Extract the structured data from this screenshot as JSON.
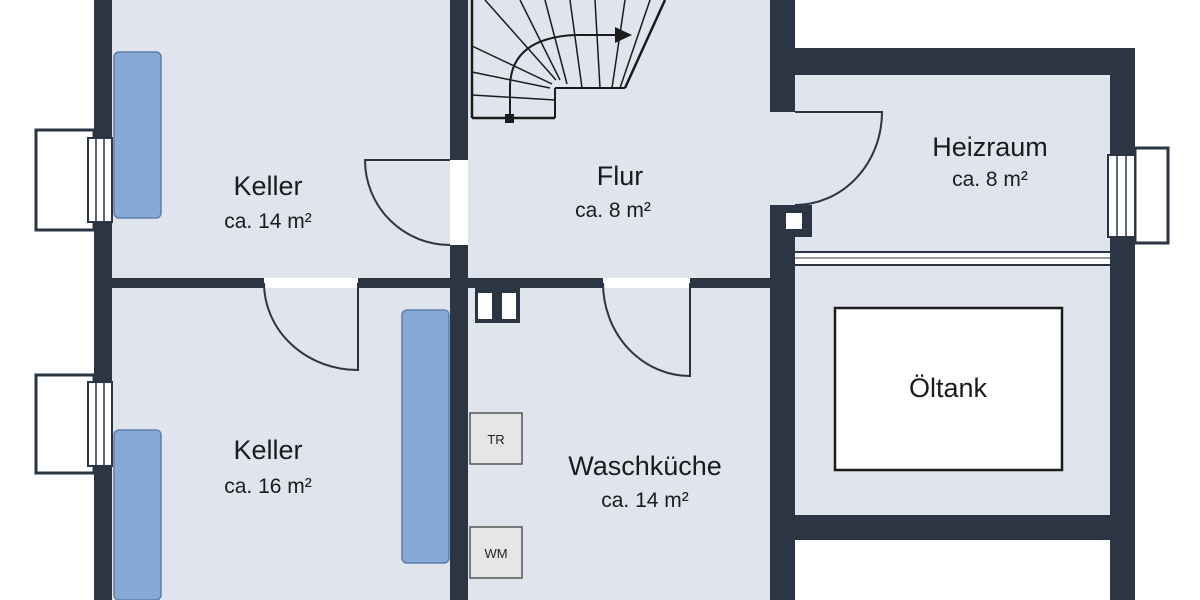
{
  "colors": {
    "wall": "#2b3543",
    "floor": "#dfe4ed",
    "radiator": "#86a9d6",
    "radiator_edge": "#5c7fae",
    "window_frame": "#2b3543",
    "appliance_fill": "#e6e6e6"
  },
  "rooms": [
    {
      "key": "keller_1",
      "name": "Keller",
      "area": "ca. 14 m²"
    },
    {
      "key": "flur",
      "name": "Flur",
      "area": "ca. 8 m²"
    },
    {
      "key": "heizraum",
      "name": "Heizraum",
      "area": "ca. 8 m²"
    },
    {
      "key": "keller_2",
      "name": "Keller",
      "area": "ca. 16 m²"
    },
    {
      "key": "waschkueche",
      "name": "Waschküche",
      "area": "ca. 14 m²"
    }
  ],
  "oeltank": {
    "label": "Öltank"
  },
  "appliances": [
    {
      "key": "dryer",
      "label": "TR"
    },
    {
      "key": "washer",
      "label": "WM"
    }
  ],
  "icons": [
    "staircase-icon",
    "door-swing-icon",
    "window-icon",
    "radiator-icon",
    "chimney-icon"
  ]
}
